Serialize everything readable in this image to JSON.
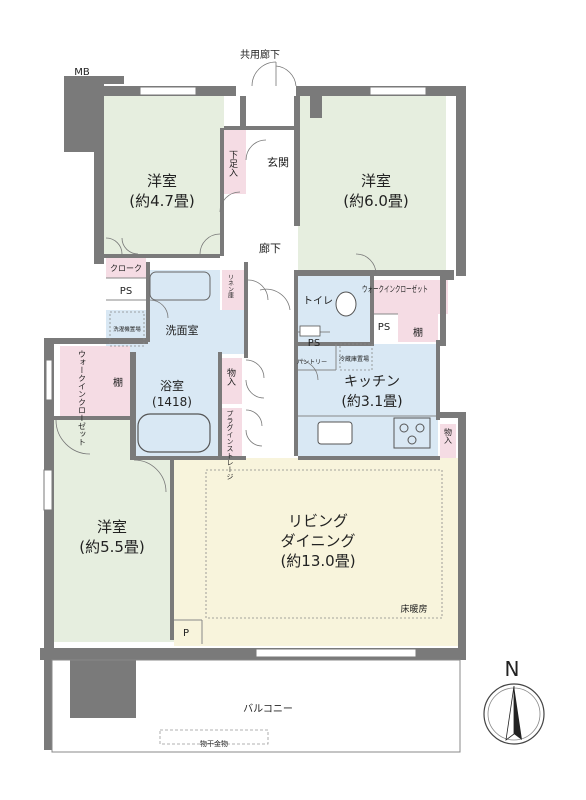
{
  "corridor": "共用廊下",
  "mb": "MB",
  "rooms": {
    "western_nw": {
      "name": "洋室",
      "size": "(約4.7畳)"
    },
    "western_ne": {
      "name": "洋室",
      "size": "(約6.0畳)"
    },
    "western_sw": {
      "name": "洋室",
      "size": "(約5.5畳)"
    },
    "kitchen": {
      "name": "キッチン",
      "size": "(約3.1畳)"
    },
    "ldk": {
      "line1": "リビング",
      "line2": "ダイニング",
      "size": "(約13.0畳)"
    },
    "bath": {
      "name": "浴室",
      "size": "(1418)"
    }
  },
  "labels": {
    "entrance": "玄関",
    "shoe_storage": "下足入",
    "hallway": "廊下",
    "cloak": "クローク",
    "ps1": "PS",
    "ps2": "PS",
    "ps3": "PS",
    "linen": "リネン庫",
    "washing_machine": "洗濯機置場",
    "washroom": "洗面室",
    "walkin_left": "ウォークインクローゼット",
    "shelf_left": "棚",
    "storage_mono": "物入",
    "plugin_storage": "プラグインストレージ",
    "toilet": "トイレ",
    "walkin_right": "ウォークインクローゼット",
    "shelf_right": "棚",
    "pantry": "パントリー",
    "fridge": "冷蔵庫置場",
    "storage_kitchen": "物入",
    "floor_heating": "床暖房",
    "p": "P",
    "balcony": "バルコニー",
    "drying_rack": "物干金物",
    "north": "N"
  },
  "colors": {
    "room_green": "#e6eedf",
    "wet_blue": "#d9e8f4",
    "ldk_yellow": "#f8f4dc",
    "closet_pink": "#f5dce4",
    "wall": "#7a7a7a"
  }
}
